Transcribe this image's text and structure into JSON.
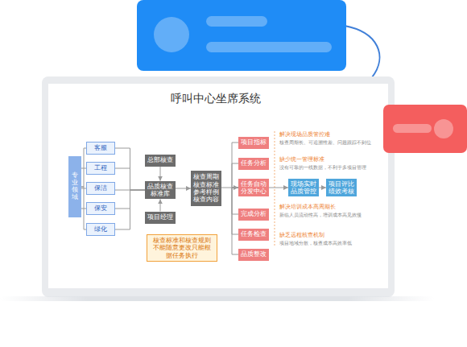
{
  "diagram": {
    "title": "呼叫中心坐席系统",
    "nodes": [
      {
        "text": [
          "专业领域"
        ]
      },
      {
        "text": [
          "客服"
        ]
      },
      {
        "text": [
          "工程"
        ]
      },
      {
        "text": [
          "保洁"
        ]
      },
      {
        "text": [
          "保安"
        ]
      },
      {
        "text": [
          "绿化"
        ]
      },
      {
        "text": [
          "总部核查"
        ]
      },
      {
        "text": [
          "品质核查 标准库"
        ]
      },
      {
        "text": [
          "项目经理"
        ]
      },
      {
        "text": [
          "核查周期 核查标准 参考样例 核查内容"
        ]
      },
      {
        "text": [
          "核查标准和核查规则 不能随意更改只能根 据任务执行"
        ]
      },
      {
        "text": [
          "项目指标"
        ]
      },
      {
        "text": [
          "任务分析"
        ]
      },
      {
        "text": [
          "任务自动 分发中心"
        ]
      },
      {
        "text": [
          "完成分析"
        ]
      },
      {
        "text": [
          "任务检查"
        ]
      },
      {
        "text": [
          "品质整改"
        ]
      },
      {
        "text": [
          "现场实时 品质管控"
        ]
      },
      {
        "text": [
          "项目评比 绩效考核"
        ]
      }
    ],
    "edges": [
      {
        "from": 0,
        "to": 1,
        "arrow": "none"
      },
      {
        "from": 0,
        "to": 2,
        "arrow": "none"
      },
      {
        "from": 0,
        "to": 3,
        "arrow": "none"
      },
      {
        "from": 0,
        "to": 4,
        "arrow": "none"
      },
      {
        "from": 0,
        "to": 5,
        "arrow": "none"
      },
      {
        "from": 1,
        "to": 7,
        "arrow": "none"
      },
      {
        "from": 2,
        "to": 7,
        "arrow": "none"
      },
      {
        "from": 3,
        "to": 7,
        "arrow": "none"
      },
      {
        "from": 4,
        "to": 7,
        "arrow": "none"
      },
      {
        "from": 5,
        "to": 7,
        "arrow": "none"
      },
      {
        "from": 6,
        "to": 7,
        "arrow": "to"
      },
      {
        "from": 8,
        "to": 7,
        "arrow": "to"
      },
      {
        "from": 7,
        "to": 9,
        "arrow": "to"
      },
      {
        "from": 9,
        "to": 13,
        "arrow": "to"
      },
      {
        "from": 13,
        "to": 11,
        "arrow": "none"
      },
      {
        "from": 13,
        "to": 12,
        "arrow": "none"
      },
      {
        "from": 13,
        "to": 14,
        "arrow": "none"
      },
      {
        "from": 13,
        "to": 15,
        "arrow": "none"
      },
      {
        "from": 13,
        "to": 16,
        "arrow": "none"
      },
      {
        "from": 13,
        "to": 17,
        "arrow": "to"
      },
      {
        "from": 17,
        "to": 18,
        "arrow": "to"
      }
    ],
    "labels": [
      "解决现场品质管控难",
      "核查周期长、可追溯性差、问题跟踪不到位",
      "缺少统一管理标准",
      "没有可靠的一线数据，不利于多项目管理",
      "解决培训成本高周期长",
      "新临人员流动性高，培训成本高见效慢",
      "缺乏远程核查机制",
      "项目地域分散，核查成本高效率低"
    ]
  }
}
